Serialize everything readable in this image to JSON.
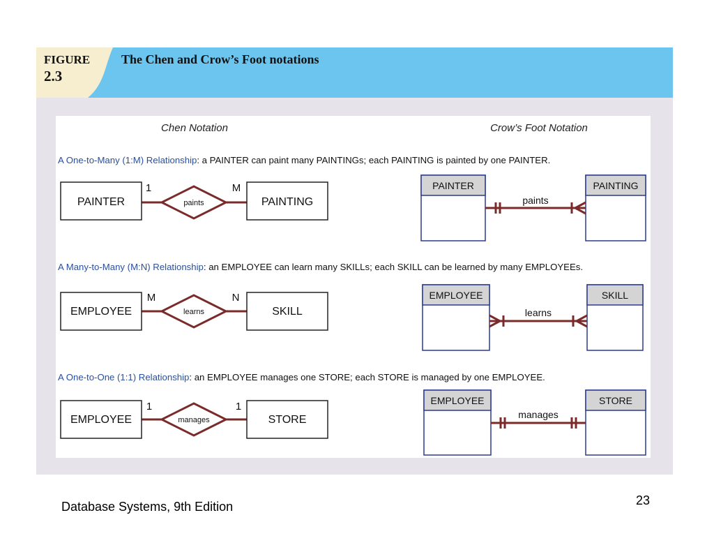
{
  "header": {
    "figure_word": "FIGURE",
    "figure_number": "2.3",
    "title": "The Chen and Crow’s Foot notations",
    "band_color": "#6cc5ef"
  },
  "columns": {
    "chen": "Chen Notation",
    "crows_foot": "Crow’s Foot Notation"
  },
  "colors": {
    "relationship_line": "#7b2a2a",
    "description_lead": "#2a4f9e",
    "entity_border_cf": "#2b3a8e",
    "entity_header_cf": "#d4d4d4",
    "panel_background": "#e6e3ea"
  },
  "rows": [
    {
      "desc_lead": "A One-to-Many (1:M) Relationship",
      "desc_rest": ": a PAINTER can paint many PAINTINGs; each PAINTING is painted by one PAINTER.",
      "chen": {
        "left_entity": "PAINTER",
        "left_card": "1",
        "relationship": "paints",
        "right_card": "M",
        "right_entity": "PAINTING"
      },
      "crows_foot": {
        "left_entity": "PAINTER",
        "relationship": "paints",
        "right_entity": "PAINTING",
        "left_end": "one",
        "right_end": "many"
      }
    },
    {
      "desc_lead": "A Many-to-Many (M:N) Relationship",
      "desc_rest": ": an EMPLOYEE can learn many SKILLs; each SKILL can be learned by many EMPLOYEEs.",
      "chen": {
        "left_entity": "EMPLOYEE",
        "left_card": "M",
        "relationship": "learns",
        "right_card": "N",
        "right_entity": "SKILL"
      },
      "crows_foot": {
        "left_entity": "EMPLOYEE",
        "relationship": "learns",
        "right_entity": "SKILL",
        "left_end": "many",
        "right_end": "many"
      }
    },
    {
      "desc_lead": "A One-to-One (1:1) Relationship",
      "desc_rest": ": an EMPLOYEE manages one STORE; each STORE is managed by one EMPLOYEE.",
      "chen": {
        "left_entity": "EMPLOYEE",
        "left_card": "1",
        "relationship": "manages",
        "right_card": "1",
        "right_entity": "STORE"
      },
      "crows_foot": {
        "left_entity": "EMPLOYEE",
        "relationship": "manages",
        "right_entity": "STORE",
        "left_end": "one",
        "right_end": "one"
      }
    }
  ],
  "footer": {
    "source": "Database Systems, 9th Edition",
    "page_number": "23"
  }
}
